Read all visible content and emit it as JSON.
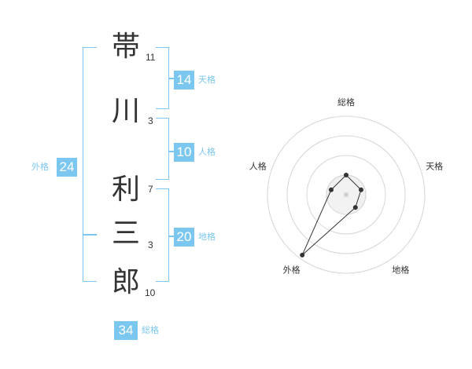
{
  "name": {
    "chars": [
      {
        "char": "帯",
        "strokes": "11"
      },
      {
        "char": "川",
        "strokes": "3"
      },
      {
        "char": "利",
        "strokes": "7"
      },
      {
        "char": "三",
        "strokes": "3"
      },
      {
        "char": "郎",
        "strokes": "10"
      }
    ]
  },
  "fortunes": {
    "tenkaku": {
      "label": "天格",
      "value": "14"
    },
    "jinkaku": {
      "label": "人格",
      "value": "10"
    },
    "chikaku": {
      "label": "地格",
      "value": "20"
    },
    "gaikaku": {
      "label": "外格",
      "value": "24"
    },
    "soukaku": {
      "label": "総格",
      "value": "34"
    }
  },
  "colors": {
    "accent": "#7cc7ef",
    "text": "#333333"
  },
  "chart_data": {
    "type": "radar",
    "axes": [
      "総格",
      "天格",
      "地格",
      "外格",
      "人格"
    ],
    "values": [
      0.25,
      0.2,
      0.2,
      0.95,
      0.2
    ],
    "rings": 4,
    "grid": true
  }
}
